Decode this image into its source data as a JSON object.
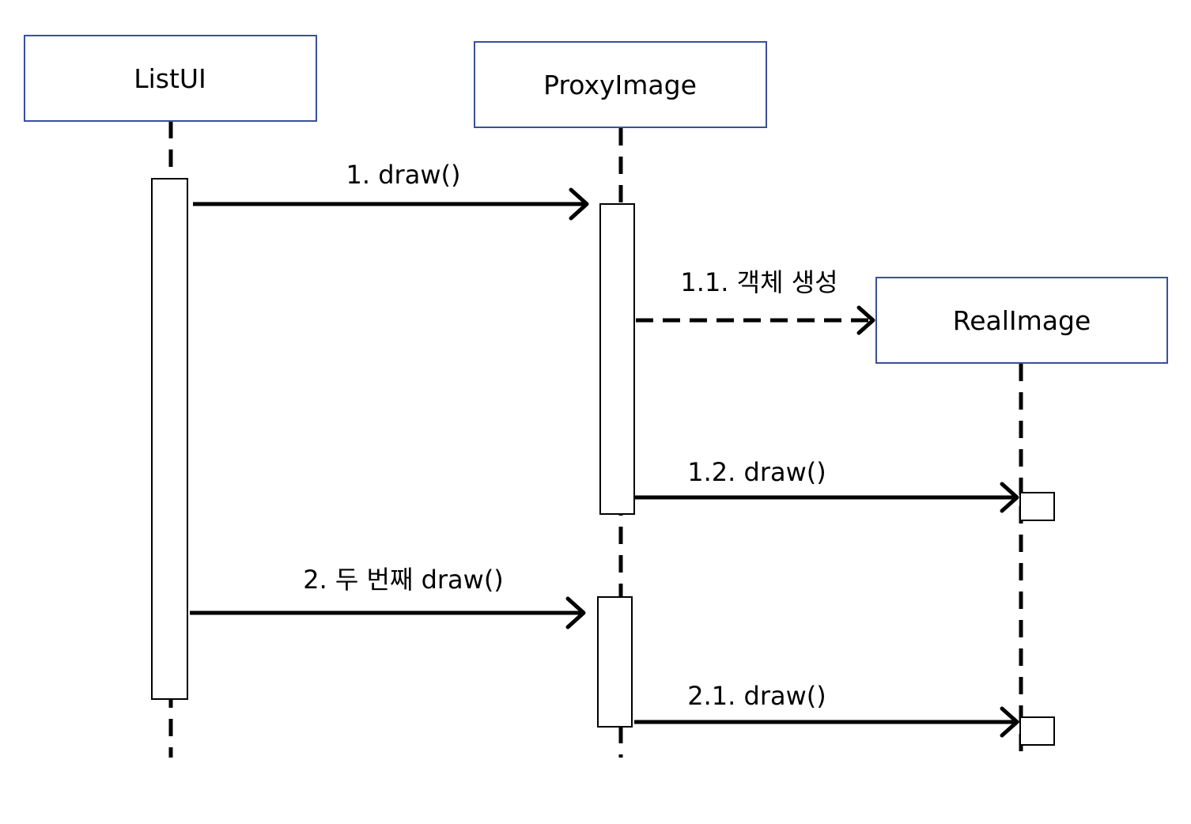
{
  "lifelines": {
    "listui": "ListUI",
    "proxy": "ProxyImage",
    "real": "RealImage"
  },
  "messages": {
    "m1": "1. draw()",
    "m11": "1.1. 객체 생성",
    "m12": "1.2. draw()",
    "m2": "2. 두 번째 draw()",
    "m21": "2.1. draw()"
  },
  "colors": {
    "box_border": "#3b4f9a",
    "line": "#000000"
  }
}
